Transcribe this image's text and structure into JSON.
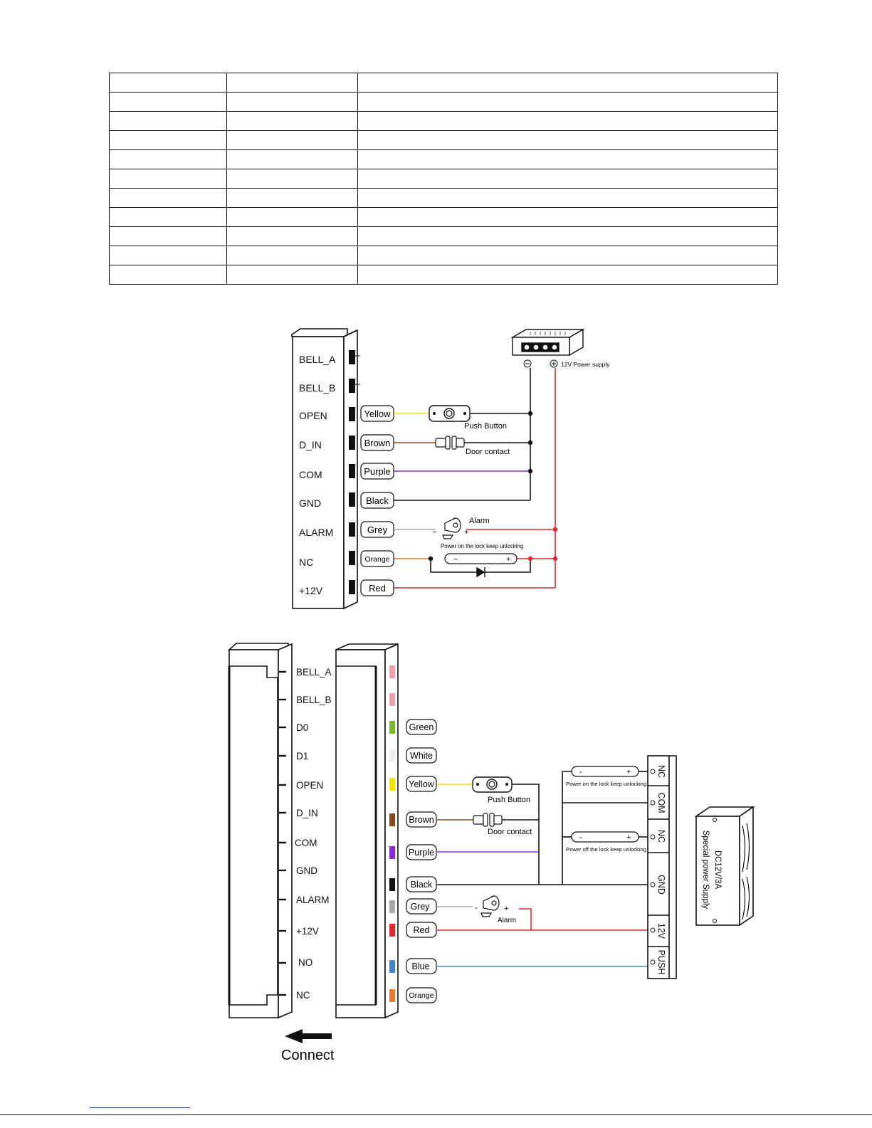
{
  "table": {
    "rows": 11,
    "cols": 3,
    "rows_cells": [
      [
        "",
        "",
        ""
      ],
      [
        "",
        "",
        ""
      ],
      [
        "",
        "",
        ""
      ],
      [
        "",
        "",
        ""
      ],
      [
        "",
        "",
        ""
      ],
      [
        "",
        "",
        ""
      ],
      [
        "",
        "",
        ""
      ],
      [
        "",
        "",
        ""
      ],
      [
        "",
        "",
        ""
      ],
      [
        "",
        "",
        ""
      ],
      [
        "",
        "",
        ""
      ]
    ]
  },
  "diagram1": {
    "terminals": [
      "BELL_A",
      "BELL_B",
      "OPEN",
      "D_IN",
      "COM",
      "GND",
      "ALARM",
      "NC",
      "+12V"
    ],
    "wires": [
      "Yellow",
      "Brown",
      "Purple",
      "Black",
      "Grey",
      "Orange",
      "Red"
    ],
    "push_button": "Push Button",
    "door_contact": "Door contact",
    "alarm": "Alarm",
    "power_supply": "12V Power supply",
    "lock": "Power on the lock keep unlocking",
    "minus": "−",
    "plus": "+"
  },
  "diagram2": {
    "terminals": [
      "BELL_A",
      "BELL_B",
      "D0",
      "D1",
      "OPEN",
      "D_IN",
      "COM",
      "GND",
      "ALARM",
      "+12V",
      "NO",
      "NC"
    ],
    "wires": [
      "Green",
      "White",
      "Yellow",
      "Brown",
      "Purple",
      "Black",
      "Grey",
      "Red",
      "Blue",
      "Orange"
    ],
    "push_button": "Push Button",
    "door_contact": "Door contact",
    "alarm": "Alarm",
    "lock_on": "Power on the lock keep unlocking",
    "lock_off": "Power off the lock keep unlocking",
    "supply_terms": [
      "NC",
      "COM",
      "NC",
      "GND",
      "12V",
      "PUSH"
    ],
    "psu_line1": "DC12V/3A",
    "psu_line2": "Special power Supply",
    "connect": "Connect",
    "minus": "-",
    "plus": "+"
  },
  "colors": {
    "yellow": "#f2e600",
    "brown": "#8b4a1e",
    "purple": "#8a2be2",
    "black": "#111111",
    "grey": "#a8a8a8",
    "orange": "#e8792e",
    "red": "#e8262b",
    "blue": "#3f88d0",
    "green": "#7ab82e",
    "white": "#eeeeee",
    "pink": "#f2a0b0"
  }
}
